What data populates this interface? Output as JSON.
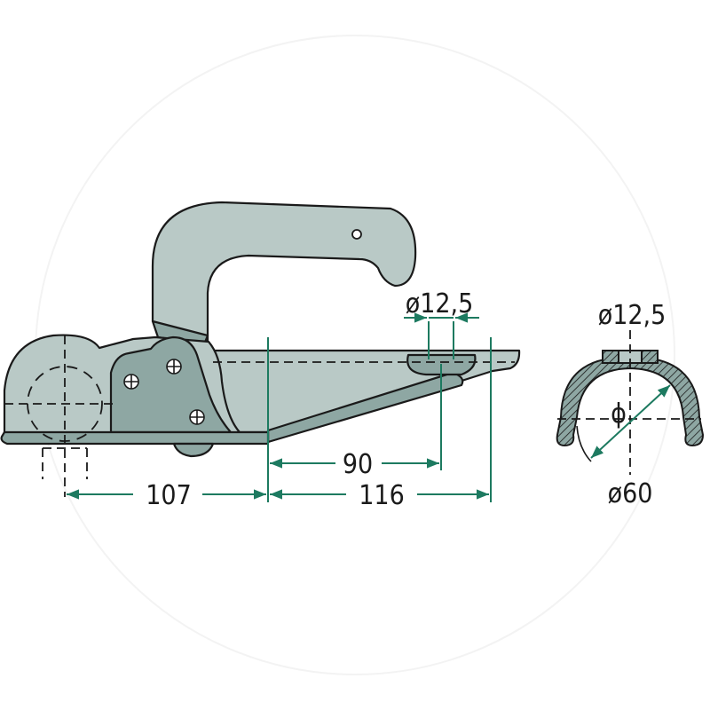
{
  "colors": {
    "part_fill": "#b9c9c6",
    "part_dark": "#8ea7a3",
    "outline": "#1a1a1a",
    "dimension": "#1d7a60"
  },
  "side_view": {
    "dim_107": "107",
    "dim_116": "116",
    "dim_90": "90",
    "dim_hole": "ø12,5"
  },
  "section_view": {
    "dim_hole": "ø12,5",
    "dim_diameter": "ø60",
    "diameter_symbol": "ϕ"
  }
}
